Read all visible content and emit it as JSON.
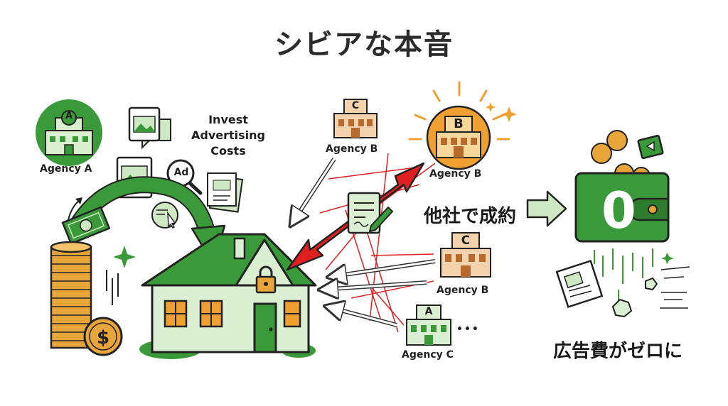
{
  "title": "シビアな本音",
  "invest_text": {
    "line1": "Invest",
    "line2": "Advertising",
    "line3": "Costs"
  },
  "ad_badge": "Ad",
  "agencies": {
    "a_main": {
      "label": "Agency A",
      "badge": "A"
    },
    "b_small": {
      "label": "Agency B",
      "badge": "C"
    },
    "b_highlight": {
      "label": "Agency B",
      "badge": "B"
    },
    "b_right": {
      "label": "Agency B",
      "badge": "C"
    },
    "c_bottom": {
      "label": "Agency C",
      "badge": "A"
    }
  },
  "ellipsis": "•••",
  "contract_elsewhere": "他社で成約",
  "zero_digit": "0",
  "ad_cost_zero": "広告費がゼロに",
  "colors": {
    "green": "#3a9a3a",
    "light_green": "#cfe8c4",
    "red": "#e02020",
    "orange": "#f0a030",
    "tan": "#f3d2ad",
    "brown": "#b86a2e",
    "gold": "#e8a53a"
  }
}
